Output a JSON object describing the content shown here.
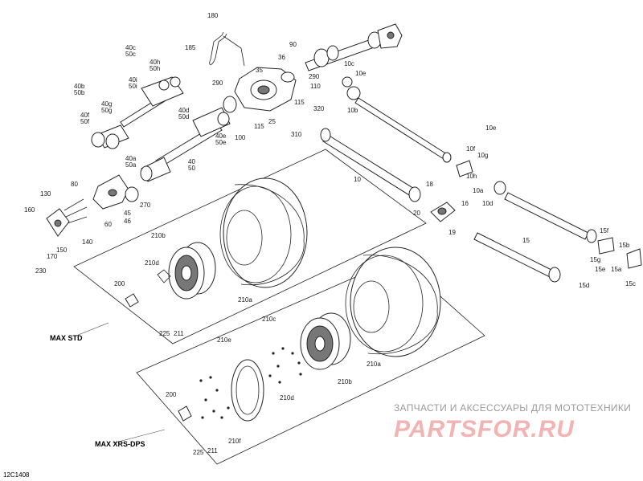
{
  "diagram": {
    "doc_id": "12C1408",
    "sections": {
      "max_std": "MAX STD",
      "max_xrs": "MAX XRS-DPS"
    },
    "watermark": {
      "caption": "ЗАПЧАСТИ И АКСЕССУАРЫ ДЛЯ МОТОТЕХНИКИ",
      "logo": "PARTSFOR.RU"
    },
    "callouts": {
      "c180": "180",
      "c185": "185",
      "c90": "90",
      "c35": "35",
      "c36": "36",
      "c290a": "290",
      "c110": "110",
      "c290b": "290",
      "c115a": "115",
      "c115b": "115",
      "c25": "25",
      "c320": "320",
      "c310": "310",
      "c100": "100",
      "c40e50e": "40e\n50e",
      "c10c": "10c",
      "c10e_top": "10e",
      "c10b": "10b",
      "c10e_right": "10e",
      "c10f": "10f",
      "c10g": "10g",
      "c10h": "10h",
      "c10a": "10a",
      "c10d": "10d",
      "c10": "10",
      "c18": "18",
      "c16": "16",
      "c20": "20",
      "c19": "19",
      "c15": "15",
      "c15f": "15f",
      "c15g": "15g",
      "c15e": "15e",
      "c15a": "15a",
      "c15b": "15b",
      "c15c": "15c",
      "c15d": "15d",
      "c40c50c": "40c\n50c",
      "c40h50h": "40h\n50h",
      "c40i50i": "40i\n50i",
      "c40b50b": "40b\n50b",
      "c40g50g": "40g\n50g",
      "c40f50f": "40f\n50f",
      "c40d50d": "40d\n50d",
      "c40a50a": "40a\n50a",
      "c4050": "40\n50",
      "c130": "130",
      "c80": "80",
      "c160": "160",
      "c60": "60",
      "c45": "45",
      "c46": "46",
      "c270": "270",
      "c170": "170",
      "c150": "150",
      "c140": "140",
      "c230": "230",
      "c210b_std": "210b",
      "c210d_std": "210d",
      "c210a_std": "210a",
      "c200_std": "200",
      "c225_std": "225",
      "c211_std": "211",
      "c210c": "210c",
      "c210e": "210e",
      "c210a_xrs": "210a",
      "c210b_xrs": "210b",
      "c210d_xrs": "210d",
      "c200_xrs": "200",
      "c210f": "210f",
      "c225_xrs": "225",
      "c211_xrs": "211"
    }
  }
}
